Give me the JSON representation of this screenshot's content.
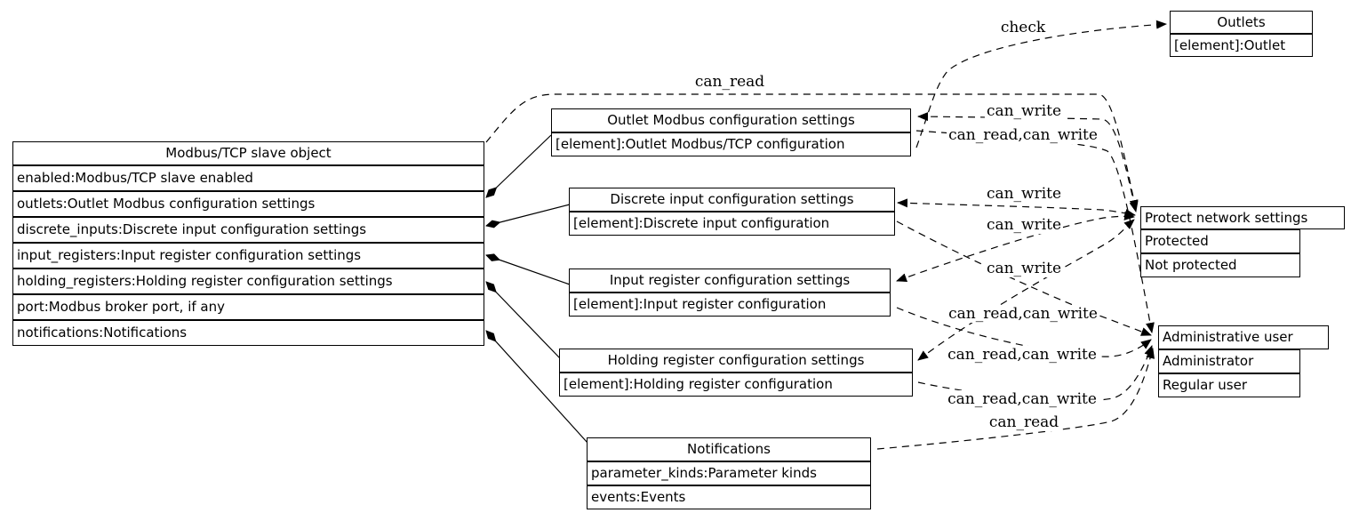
{
  "diagram": {
    "colors": {
      "background": "#ffffff",
      "stroke": "#000000",
      "text": "#000000"
    },
    "nodes": {
      "modbus_slave": {
        "title": "Modbus/TCP slave object",
        "rows": [
          "enabled:Modbus/TCP slave enabled",
          "outlets:Outlet Modbus configuration settings",
          "discrete_inputs:Discrete input configuration settings",
          "input_registers:Input register configuration settings",
          "holding_registers:Holding register configuration settings",
          "port:Modbus broker port, if any",
          "notifications:Notifications"
        ]
      },
      "outlets": {
        "title": "Outlets",
        "rows": [
          "[element]:Outlet"
        ]
      },
      "outlet_modbus": {
        "title": "Outlet Modbus configuration settings",
        "rows": [
          "[element]:Outlet Modbus/TCP configuration"
        ]
      },
      "discrete_inputs": {
        "title": "Discrete input configuration settings",
        "rows": [
          "[element]:Discrete input configuration"
        ]
      },
      "input_registers": {
        "title": "Input register configuration settings",
        "rows": [
          "[element]:Input register configuration"
        ]
      },
      "holding_registers": {
        "title": "Holding register configuration settings",
        "rows": [
          "[element]:Holding register configuration"
        ]
      },
      "notifications": {
        "title": "Notifications",
        "rows": [
          "parameter_kinds:Parameter kinds",
          "events:Events"
        ]
      },
      "protect_network_settings": {
        "title": "Protect network settings",
        "rows": [
          "Protected",
          "Not protected"
        ]
      },
      "administrative_user": {
        "title": "Administrative user",
        "rows": [
          "Administrator",
          "Regular user"
        ]
      }
    },
    "edges": [
      {
        "from": "outlet_modbus",
        "to": "outlets",
        "label": "check",
        "style": "dashed"
      },
      {
        "from": "modbus_slave",
        "to": "protect_network_settings",
        "label": "can_read",
        "style": "dashed"
      },
      {
        "from": "outlet_modbus",
        "to": "protect_network_settings",
        "label": "can_write",
        "style": "dashed"
      },
      {
        "from": "outlet_modbus",
        "to": "administrative_user",
        "label": "can_read,can_write",
        "style": "dashed"
      },
      {
        "from": "discrete_inputs",
        "to": "protect_network_settings",
        "label": "can_write",
        "style": "dashed"
      },
      {
        "from": "input_registers",
        "to": "protect_network_settings",
        "label": "can_write",
        "style": "dashed"
      },
      {
        "from": "holding_registers",
        "to": "protect_network_settings",
        "label": "can_write",
        "style": "dashed"
      },
      {
        "from": "discrete_inputs",
        "to": "administrative_user",
        "label": "can_read,can_write",
        "style": "dashed"
      },
      {
        "from": "input_registers",
        "to": "administrative_user",
        "label": "can_read,can_write",
        "style": "dashed"
      },
      {
        "from": "holding_registers",
        "to": "administrative_user",
        "label": "can_read,can_write",
        "style": "dashed"
      },
      {
        "from": "notifications",
        "to": "administrative_user",
        "label": "can_read",
        "style": "dashed"
      }
    ],
    "containment_edges": [
      {
        "from": "modbus_slave.outlets",
        "to": "outlet_modbus",
        "style": "solid-diamond"
      },
      {
        "from": "modbus_slave.discrete_inputs",
        "to": "discrete_inputs",
        "style": "solid-diamond"
      },
      {
        "from": "modbus_slave.input_registers",
        "to": "input_registers",
        "style": "solid-diamond"
      },
      {
        "from": "modbus_slave.holding_registers",
        "to": "holding_registers",
        "style": "solid-diamond"
      },
      {
        "from": "modbus_slave.notifications",
        "to": "notifications",
        "style": "solid-diamond"
      }
    ]
  }
}
